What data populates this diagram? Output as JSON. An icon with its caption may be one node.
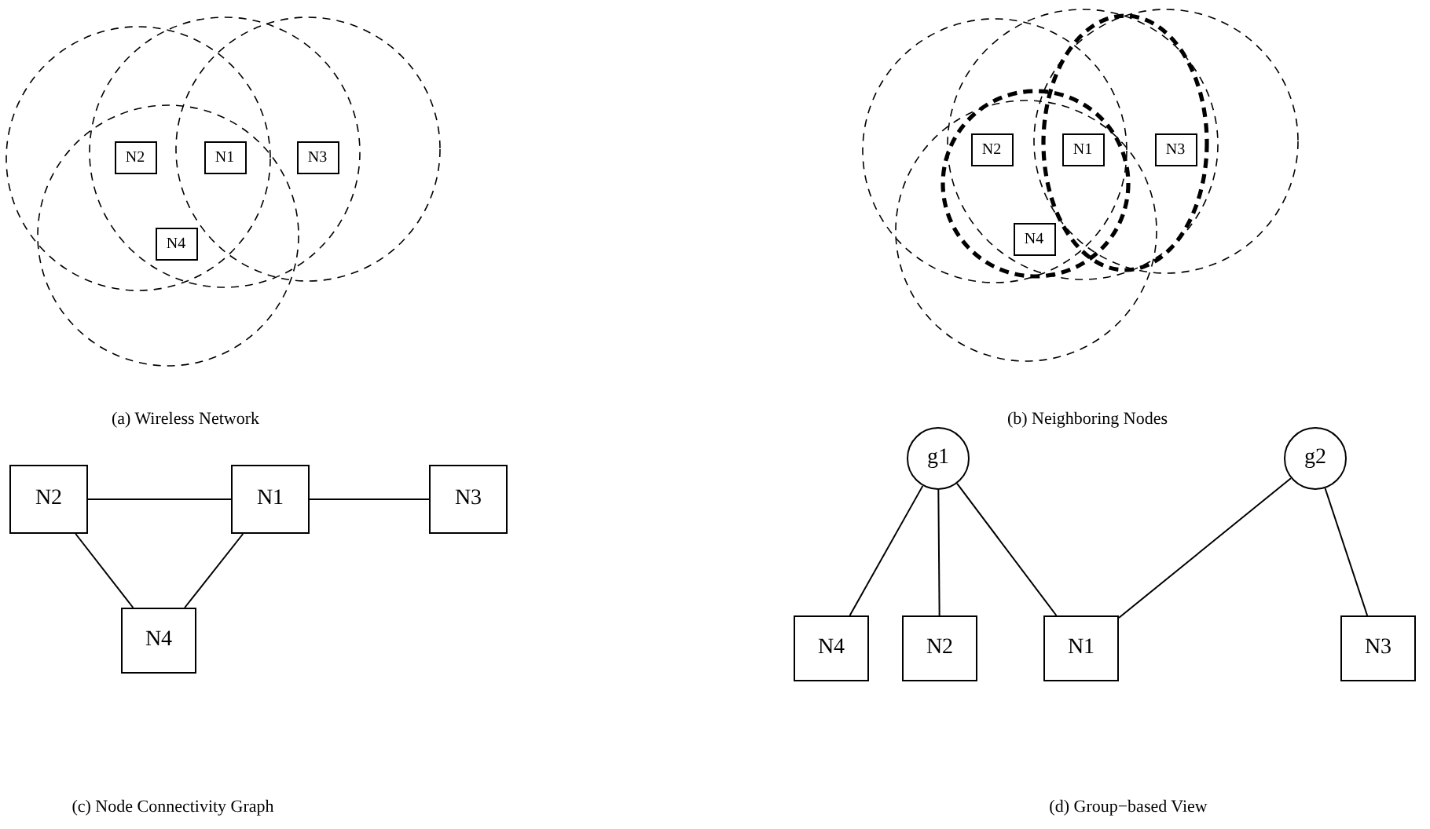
{
  "diagram": {
    "nodes": [
      {
        "text": [
          "N2"
        ]
      },
      {
        "text": [
          "N1"
        ]
      },
      {
        "text": [
          "N3"
        ]
      },
      {
        "text": [
          "N4"
        ]
      },
      {
        "text": [
          "N2"
        ]
      },
      {
        "text": [
          "N1"
        ]
      },
      {
        "text": [
          "N3"
        ]
      },
      {
        "text": [
          "N4"
        ]
      },
      {
        "text": [
          "N2"
        ]
      },
      {
        "text": [
          "N1"
        ]
      },
      {
        "text": [
          "N3"
        ]
      },
      {
        "text": [
          "N4"
        ]
      },
      {
        "text": [
          "g1"
        ]
      },
      {
        "text": [
          "g2"
        ]
      },
      {
        "text": [
          "N4"
        ]
      },
      {
        "text": [
          "N2"
        ]
      },
      {
        "text": [
          "N1"
        ]
      },
      {
        "text": [
          "N3"
        ]
      }
    ],
    "edges": [
      {
        "from": 8,
        "to": 9,
        "arrow": "none"
      },
      {
        "from": 9,
        "to": 10,
        "arrow": "none"
      },
      {
        "from": 8,
        "to": 11,
        "arrow": "none"
      },
      {
        "from": 9,
        "to": 11,
        "arrow": "none"
      },
      {
        "from": 12,
        "to": 14,
        "arrow": "none"
      },
      {
        "from": 12,
        "to": 15,
        "arrow": "none"
      },
      {
        "from": 12,
        "to": 16,
        "arrow": "none"
      },
      {
        "from": 13,
        "to": 16,
        "arrow": "none"
      },
      {
        "from": 13,
        "to": 17,
        "arrow": "none"
      }
    ],
    "labels": [
      "(a) Wireless Network",
      "(b) Neighboring Nodes",
      "(c) Node Connectivity Graph",
      "(d) Group−based View"
    ]
  }
}
